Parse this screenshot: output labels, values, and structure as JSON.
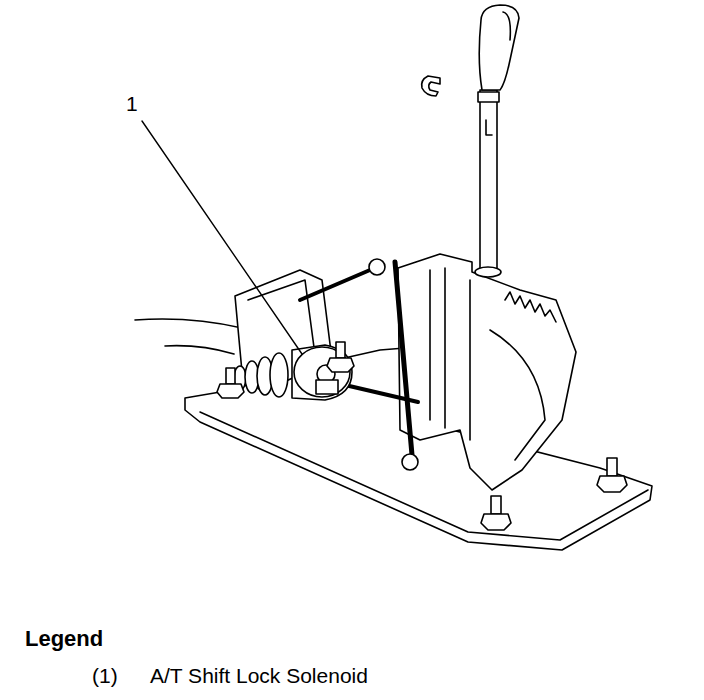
{
  "diagram": {
    "labels": [
      "1",
      "Legend",
      "(1)",
      "A/T Shift Lock Solenoid"
    ]
  }
}
